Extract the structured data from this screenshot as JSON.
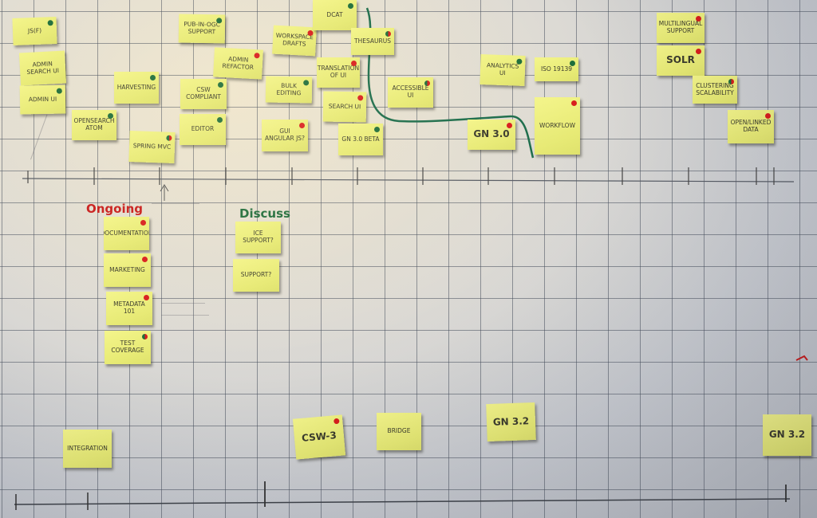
{
  "notes": [
    {
      "id": "jsp",
      "text": "JS(F)",
      "dot": "green"
    },
    {
      "id": "admin-search",
      "text": "Admin search UI",
      "dot": ""
    },
    {
      "id": "admin-ui",
      "text": "Admin UI",
      "dot": "green"
    },
    {
      "id": "opensearch",
      "text": "Opensearch Atom",
      "dot": "green"
    },
    {
      "id": "harvesting",
      "text": "Harvesting",
      "dot": "green"
    },
    {
      "id": "spring-mvc",
      "text": "Spring MVC",
      "dot": "split"
    },
    {
      "id": "pub-support",
      "text": "Pub-in-ogc support",
      "dot": "green"
    },
    {
      "id": "admin-refactor",
      "text": "Admin refactor",
      "dot": "red"
    },
    {
      "id": "csw-compliant",
      "text": "CSW compliant",
      "dot": "green"
    },
    {
      "id": "editor",
      "text": "Editor",
      "dot": "green"
    },
    {
      "id": "drafts",
      "text": "Workspace drafts",
      "dot": "red"
    },
    {
      "id": "bulk-edit",
      "text": "Bulk editing",
      "dot": "green"
    },
    {
      "id": "gui-angular",
      "text": "GUI Angular JS?",
      "dot": "red"
    },
    {
      "id": "dcat",
      "text": "DCAT",
      "dot": "green"
    },
    {
      "id": "thesaurus",
      "text": "Thesaurus",
      "dot": "split"
    },
    {
      "id": "translation",
      "text": "Translation of UI",
      "dot": "red"
    },
    {
      "id": "search-ui",
      "text": "Search UI",
      "dot": "red"
    },
    {
      "id": "gn-30-beta",
      "text": "GN 3.0 Beta",
      "dot": "green"
    },
    {
      "id": "accessible-ui",
      "text": "Accessible UI",
      "dot": "split"
    },
    {
      "id": "analytics",
      "text": "Analytics UI",
      "dot": "green"
    },
    {
      "id": "gn-30",
      "text": "GN 3.0",
      "dot": "red"
    },
    {
      "id": "iso",
      "text": "ISO 19139",
      "dot": "green"
    },
    {
      "id": "workflow",
      "text": "Workflow",
      "dot": "red"
    },
    {
      "id": "multilingual",
      "text": "Multilingual support",
      "dot": "red"
    },
    {
      "id": "solr",
      "text": "SOLR",
      "dot": "red"
    },
    {
      "id": "clustering",
      "text": "Clustering scalability",
      "dot": "split"
    },
    {
      "id": "open-linked",
      "text": "Open/Linked Data",
      "dot": "red"
    },
    {
      "id": "documentation",
      "text": "Documentation",
      "dot": "red"
    },
    {
      "id": "marketing",
      "text": "Marketing",
      "dot": "red"
    },
    {
      "id": "metadata-101",
      "text": "Metadata 101",
      "dot": "red"
    },
    {
      "id": "test-coverage",
      "text": "Test coverage",
      "dot": "split"
    },
    {
      "id": "ice-support",
      "text": "ICE support?",
      "dot": ""
    },
    {
      "id": "isebc-support",
      "text": "Support?",
      "dot": ""
    },
    {
      "id": "geonetwork-integration",
      "text": "Integration",
      "dot": ""
    },
    {
      "id": "csw-3",
      "text": "CSW-3",
      "dot": "red"
    },
    {
      "id": "geo-bridge",
      "text": "Bridge",
      "dot": ""
    },
    {
      "id": "gn-32a",
      "text": "GN 3.2",
      "dot": ""
    },
    {
      "id": "gn-32b",
      "text": "GN 3.2",
      "dot": ""
    }
  ],
  "labels": {
    "ongoing": "Ongoing",
    "discuss": "Discuss",
    "solr": "SOLR",
    "gn30": "GN 3.0",
    "gn32": "GN 3.2"
  },
  "colors": {
    "note": "#eef07f",
    "ongoing": "#c81a1a",
    "discuss": "#1e6b3a",
    "timeline_marker": "#1a6b4a"
  }
}
